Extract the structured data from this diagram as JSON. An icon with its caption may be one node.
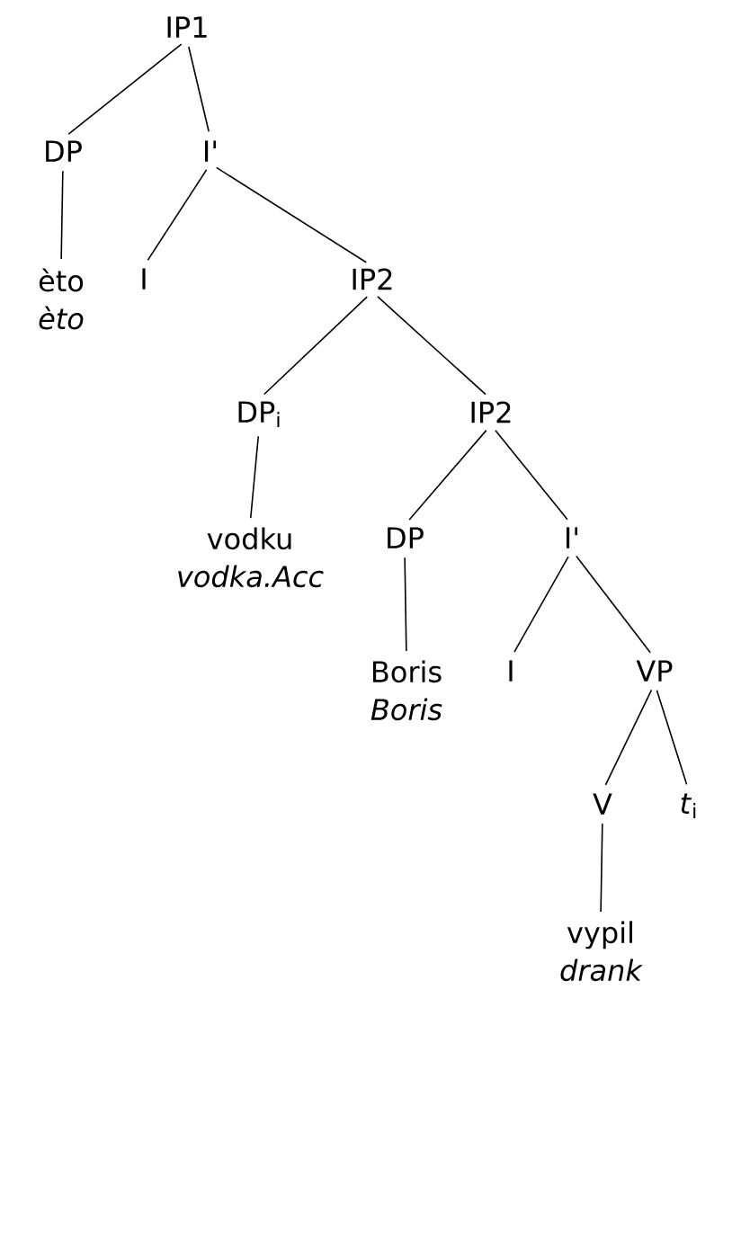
{
  "diagram": {
    "nodes": [
      {
        "text": [
          "IP1"
        ]
      },
      {
        "text": [
          "DP"
        ]
      },
      {
        "text": [
          "I'"
        ]
      },
      {
        "text": [
          "èto",
          "èto"
        ]
      },
      {
        "text": [
          "I"
        ]
      },
      {
        "text": [
          "IP2"
        ]
      },
      {
        "text": [
          "DP$_{i}$"
        ]
      },
      {
        "text": [
          "IP2"
        ]
      },
      {
        "text": [
          "vodku",
          "vodka.Acc"
        ]
      },
      {
        "text": [
          "DP"
        ]
      },
      {
        "text": [
          "I'"
        ]
      },
      {
        "text": [
          "Boris",
          "Boris"
        ]
      },
      {
        "text": [
          "I"
        ]
      },
      {
        "text": [
          "VP"
        ]
      },
      {
        "text": [
          "V"
        ]
      },
      {
        "text": [
          "*t*$_{i}$"
        ]
      },
      {
        "text": [
          "vypil",
          "drank"
        ]
      }
    ],
    "edges": [
      {
        "from": 0,
        "to": 1,
        "arrow": "none"
      },
      {
        "from": 0,
        "to": 2,
        "arrow": "none"
      },
      {
        "from": 1,
        "to": 3,
        "arrow": "none"
      },
      {
        "from": 2,
        "to": 4,
        "arrow": "none"
      },
      {
        "from": 2,
        "to": 5,
        "arrow": "none"
      },
      {
        "from": 5,
        "to": 6,
        "arrow": "none"
      },
      {
        "from": 5,
        "to": 7,
        "arrow": "none"
      },
      {
        "from": 6,
        "to": 8,
        "arrow": "none"
      },
      {
        "from": 7,
        "to": 9,
        "arrow": "none"
      },
      {
        "from": 7,
        "to": 10,
        "arrow": "none"
      },
      {
        "from": 9,
        "to": 11,
        "arrow": "none"
      },
      {
        "from": 10,
        "to": 12,
        "arrow": "none"
      },
      {
        "from": 10,
        "to": 13,
        "arrow": "none"
      },
      {
        "from": 13,
        "to": 14,
        "arrow": "none"
      },
      {
        "from": 13,
        "to": 15,
        "arrow": "none"
      },
      {
        "from": 14,
        "to": 16,
        "arrow": "none"
      }
    ]
  }
}
